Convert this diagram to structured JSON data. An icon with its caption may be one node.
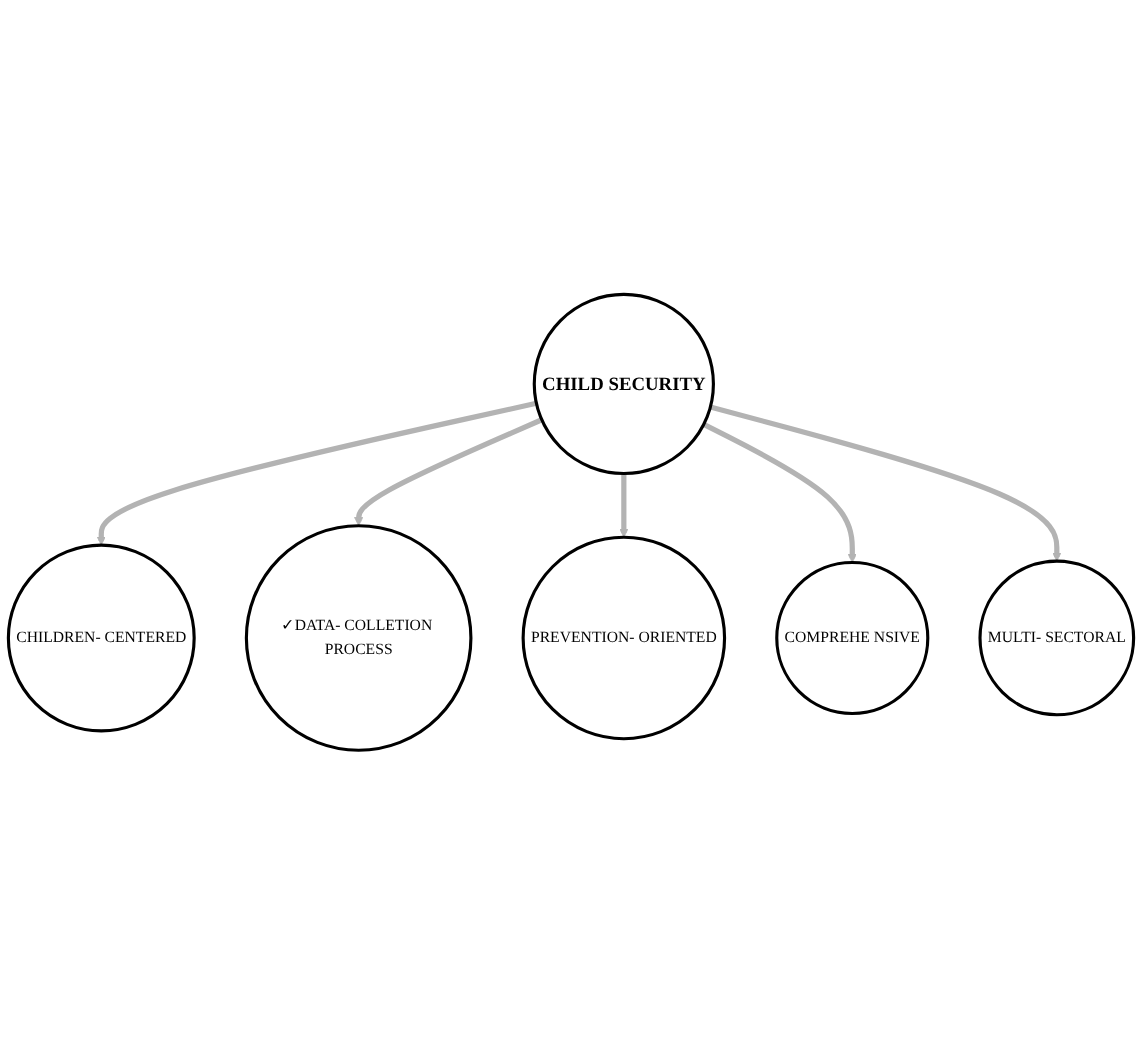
{
  "diagram": {
    "nodes": [
      {
        "text": [
          "CHILDREN- CENTERED"
        ]
      },
      {
        "text": [
          "MULTI- SECTORAL"
        ]
      },
      {
        "text": [
          "CHILD SECURITY"
        ]
      },
      {
        "text": [
          "✓DATA- COLLETION PROCESS"
        ]
      },
      {
        "text": [
          "COMPREHE NSIVE"
        ]
      },
      {
        "text": [
          "PREVENTION- ORIENTED"
        ]
      }
    ],
    "edges": [
      {
        "from": 2,
        "to": 0,
        "arrow": "to"
      },
      {
        "from": 2,
        "to": 3,
        "arrow": "to"
      },
      {
        "from": 2,
        "to": 5,
        "arrow": "to"
      },
      {
        "from": 2,
        "to": 4,
        "arrow": "to"
      },
      {
        "from": 2,
        "to": 1,
        "arrow": "to"
      }
    ]
  }
}
